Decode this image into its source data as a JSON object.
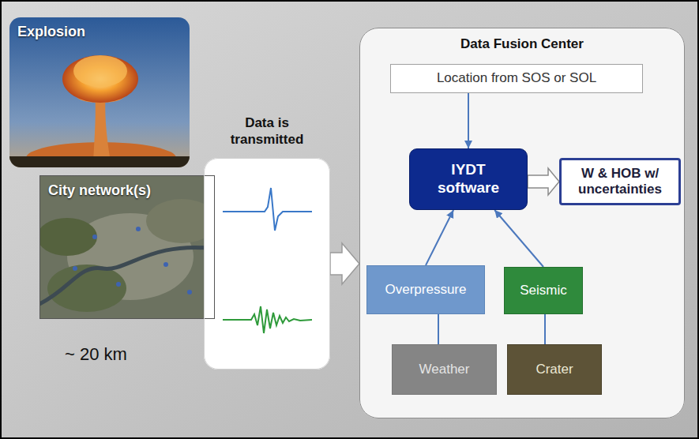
{
  "diagram": {
    "nodes": [
      {
        "text": [
          "Explosion"
        ]
      },
      {
        "text": [
          "City network(s)"
        ]
      },
      {
        "text": [
          "Data is transmitted"
        ]
      },
      {
        "text": [
          "Data Fusion Center"
        ]
      },
      {
        "text": [
          "Location from SOS or SOL"
        ],
        "in": 3
      },
      {
        "text": [
          "IYDT software"
        ],
        "in": 3
      },
      {
        "text": [
          "W & HOB w/ uncertainties"
        ],
        "in": 3
      },
      {
        "text": [
          "Overpressure"
        ],
        "in": 3
      },
      {
        "text": [
          "Seismic"
        ],
        "in": 3
      },
      {
        "text": [
          "Weather"
        ],
        "in": 3
      },
      {
        "text": [
          "Crater"
        ],
        "in": 3
      }
    ],
    "edges": [
      {
        "from": 2,
        "to": 3,
        "arrow": "to"
      },
      {
        "from": 4,
        "to": 5,
        "arrow": "to"
      },
      {
        "from": 5,
        "to": 6,
        "arrow": "to"
      },
      {
        "from": 7,
        "to": 5,
        "arrow": "to"
      },
      {
        "from": 8,
        "to": 5,
        "arrow": "to"
      },
      {
        "from": 9,
        "to": 7,
        "arrow": "none"
      },
      {
        "from": 10,
        "to": 8,
        "arrow": "none"
      }
    ],
    "labels": [
      "~ 20 km"
    ]
  }
}
